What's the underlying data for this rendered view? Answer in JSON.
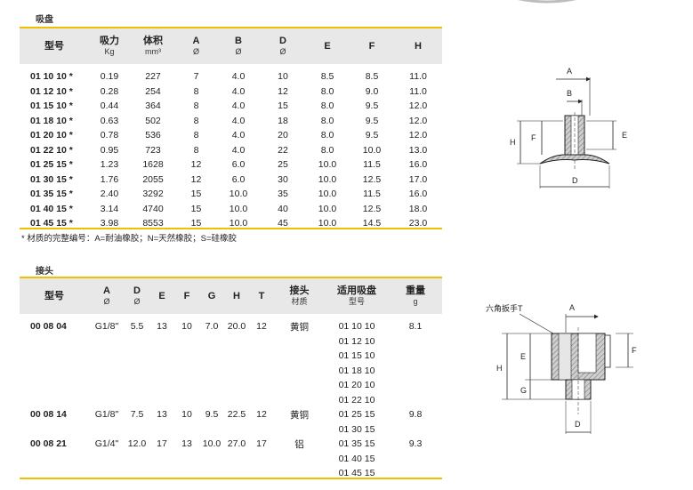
{
  "suction_cups": {
    "title": "吸盘",
    "headers": [
      {
        "main": "型号",
        "sub": ""
      },
      {
        "main": "吸力",
        "sub": "Kg"
      },
      {
        "main": "体积",
        "sub": "mm³"
      },
      {
        "main": "A",
        "sub": "Ø"
      },
      {
        "main": "B",
        "sub": "Ø"
      },
      {
        "main": "D",
        "sub": "Ø"
      },
      {
        "main": "E",
        "sub": ""
      },
      {
        "main": "F",
        "sub": ""
      },
      {
        "main": "H",
        "sub": ""
      }
    ],
    "rows": [
      [
        "01 10 10 *",
        "0.19",
        "227",
        "7",
        "4.0",
        "10",
        "8.5",
        "8.5",
        "11.0"
      ],
      [
        "01 12 10 *",
        "0.28",
        "254",
        "8",
        "4.0",
        "12",
        "8.0",
        "9.0",
        "11.0"
      ],
      [
        "01 15 10 *",
        "0.44",
        "364",
        "8",
        "4.0",
        "15",
        "8.0",
        "9.5",
        "12.0"
      ],
      [
        "01 18 10 *",
        "0.63",
        "502",
        "8",
        "4.0",
        "18",
        "8.0",
        "9.5",
        "12.0"
      ],
      [
        "01 20 10 *",
        "0.78",
        "536",
        "8",
        "4.0",
        "20",
        "8.0",
        "9.5",
        "12.0"
      ],
      [
        "01 22 10 *",
        "0.95",
        "723",
        "8",
        "4.0",
        "22",
        "8.0",
        "10.0",
        "13.0"
      ],
      [
        "01 25 15 *",
        "1.23",
        "1628",
        "12",
        "6.0",
        "25",
        "10.0",
        "11.5",
        "16.0"
      ],
      [
        "01 30 15 *",
        "1.76",
        "2055",
        "12",
        "6.0",
        "30",
        "10.0",
        "12.5",
        "17.0"
      ],
      [
        "01 35 15 *",
        "2.40",
        "3292",
        "15",
        "10.0",
        "35",
        "10.0",
        "11.5",
        "16.0"
      ],
      [
        "01 40 15 *",
        "3.14",
        "4740",
        "15",
        "10.0",
        "40",
        "10.0",
        "12.5",
        "18.0"
      ],
      [
        "01 45 15 *",
        "3.98",
        "8553",
        "15",
        "10.0",
        "45",
        "10.0",
        "14.5",
        "23.0"
      ]
    ],
    "note": "* 材质的完整编号：A=耐油橡胶；N=天然橡胶；S=硅橡胶"
  },
  "connectors": {
    "title": "接头",
    "headers": [
      {
        "main": "型号",
        "sub": ""
      },
      {
        "main": "A",
        "sub": "Ø"
      },
      {
        "main": "D",
        "sub": "Ø"
      },
      {
        "main": "E",
        "sub": ""
      },
      {
        "main": "F",
        "sub": ""
      },
      {
        "main": "G",
        "sub": ""
      },
      {
        "main": "H",
        "sub": ""
      },
      {
        "main": "T",
        "sub": ""
      },
      {
        "main": "接头",
        "sub": "材质"
      },
      {
        "main": "适用吸盘",
        "sub": "型号"
      },
      {
        "main": "重量",
        "sub": "g"
      }
    ],
    "rows": [
      [
        "00 08 04",
        "G1/8\"",
        "5.5",
        "13",
        "10",
        "7.0",
        "20.0",
        "12",
        "黄铜",
        "01 10 10",
        "8.1"
      ],
      [
        "",
        "",
        "",
        "",
        "",
        "",
        "",
        "",
        "",
        "01 12 10",
        ""
      ],
      [
        "",
        "",
        "",
        "",
        "",
        "",
        "",
        "",
        "",
        "01 15 10",
        ""
      ],
      [
        "",
        "",
        "",
        "",
        "",
        "",
        "",
        "",
        "",
        "01 18 10",
        ""
      ],
      [
        "",
        "",
        "",
        "",
        "",
        "",
        "",
        "",
        "",
        "01 20 10",
        ""
      ],
      [
        "",
        "",
        "",
        "",
        "",
        "",
        "",
        "",
        "",
        "01 22 10",
        ""
      ],
      [
        "00 08 14",
        "G1/8\"",
        "7.5",
        "13",
        "10",
        "9.5",
        "22.5",
        "12",
        "黄铜",
        "01 25 15",
        "9.8"
      ],
      [
        "",
        "",
        "",
        "",
        "",
        "",
        "",
        "",
        "",
        "01 30 15",
        ""
      ],
      [
        "00 08 21",
        "G1/4\"",
        "12.0",
        "17",
        "13",
        "10.0",
        "27.0",
        "17",
        "铝",
        "01 35 15",
        "9.3"
      ],
      [
        "",
        "",
        "",
        "",
        "",
        "",
        "",
        "",
        "",
        "01 40 15",
        ""
      ],
      [
        "",
        "",
        "",
        "",
        "",
        "",
        "",
        "",
        "",
        "01 45 15",
        ""
      ]
    ]
  },
  "diagram1": {
    "labels": {
      "A": "A",
      "B": "B",
      "H": "H",
      "F": "F",
      "E": "E",
      "D": "D"
    }
  },
  "diagram2": {
    "labels": {
      "wrench": "六角扳手T",
      "A": "A",
      "F": "F",
      "E": "E",
      "H": "H",
      "G": "G",
      "D": "D"
    }
  },
  "colors": {
    "accent": "#f0c000",
    "header_bg": "#e8e8e8"
  }
}
